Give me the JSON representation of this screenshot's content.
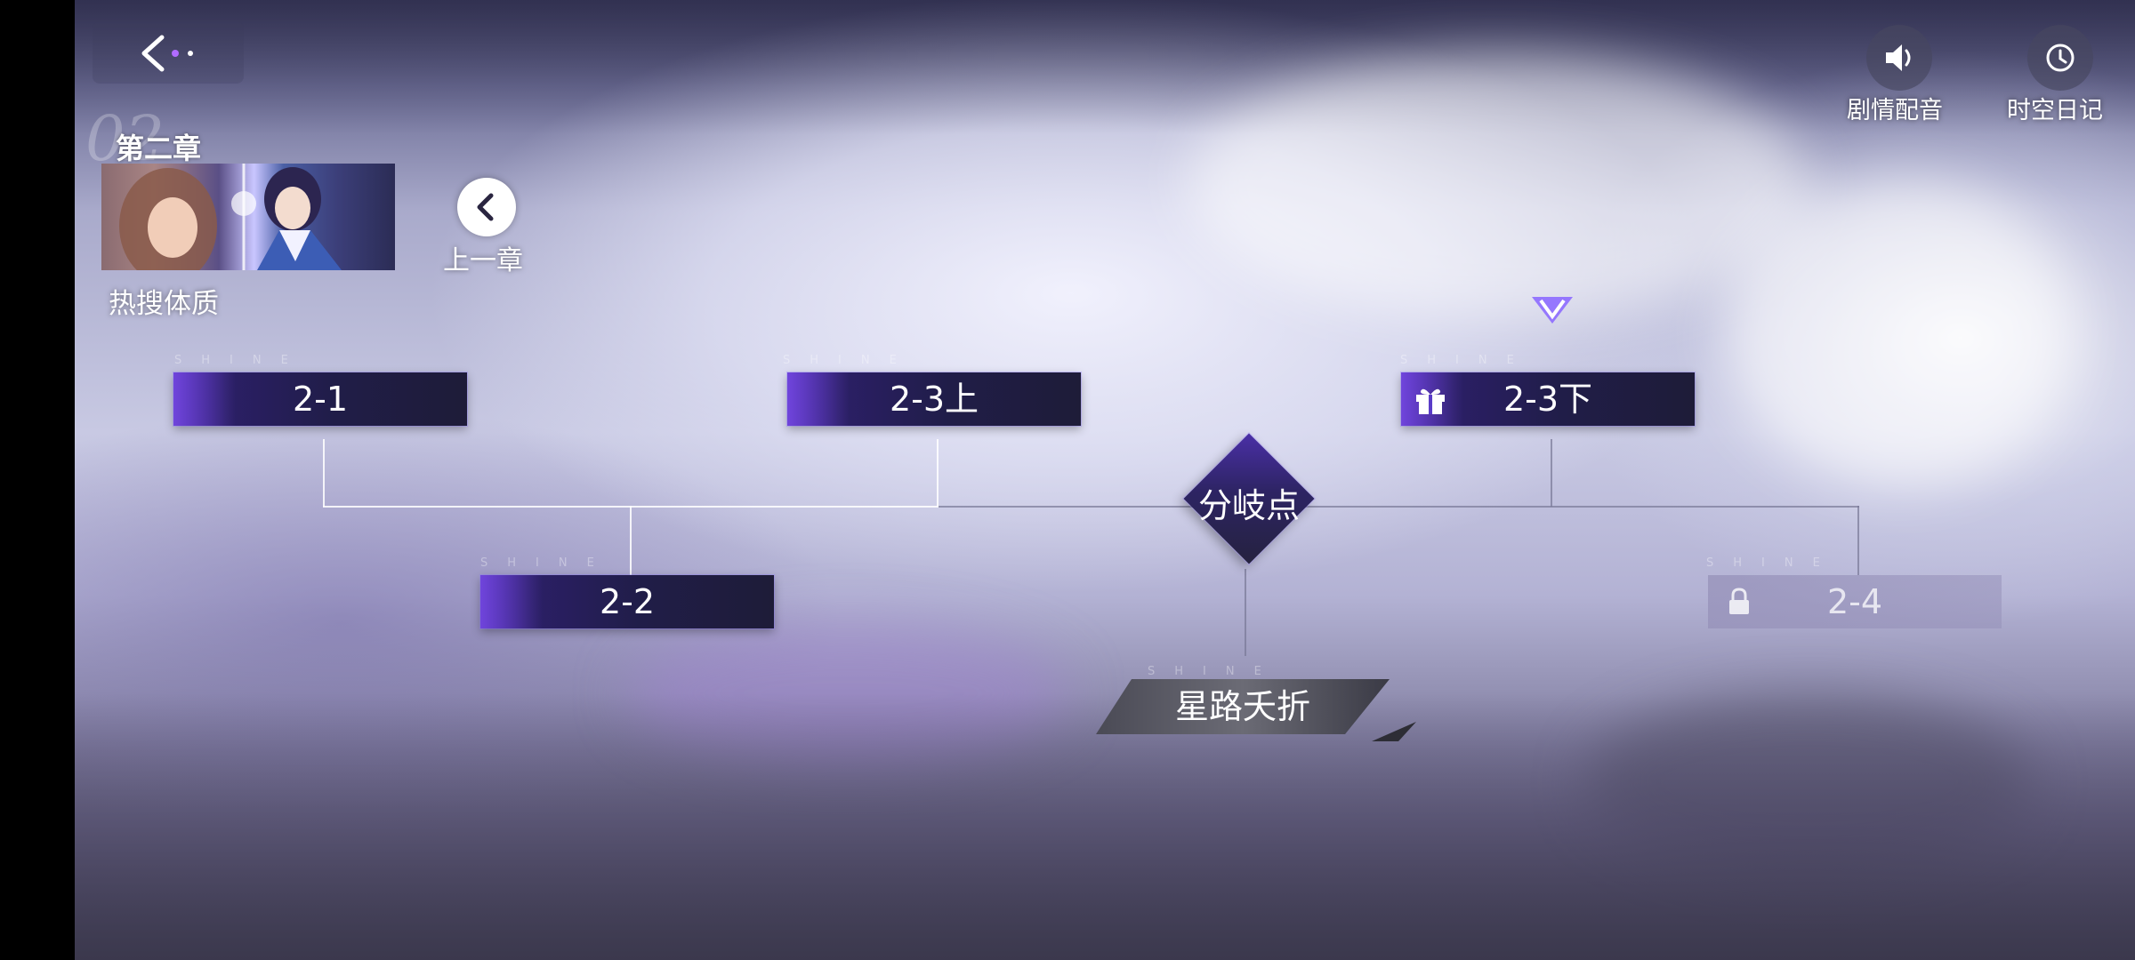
{
  "top_left": {
    "chapter_number": "02",
    "chapter_label": "第二章",
    "chapter_name": "热搜体质",
    "prev_chapter_label": "上一章"
  },
  "top_right": {
    "voice_label": "剧情配音",
    "diary_label": "时空日记"
  },
  "stages": {
    "s2_1": "2-1",
    "s2_2": "2-2",
    "s2_3a": "2-3上",
    "s2_3b": "2-3下",
    "s2_4": "2-4",
    "branch": "分岐点",
    "ending": "星路夭折"
  },
  "shine_text": "SHINE",
  "icons": [
    "back-arrow-icon",
    "speaker-icon",
    "clock-icon",
    "chevron-left-icon",
    "gift-icon",
    "lock-icon",
    "current-marker-icon"
  ],
  "colors": {
    "node_purple": "#2b1f66",
    "accent_violet": "#8c5aff",
    "locked_gray": "#9691b9"
  }
}
